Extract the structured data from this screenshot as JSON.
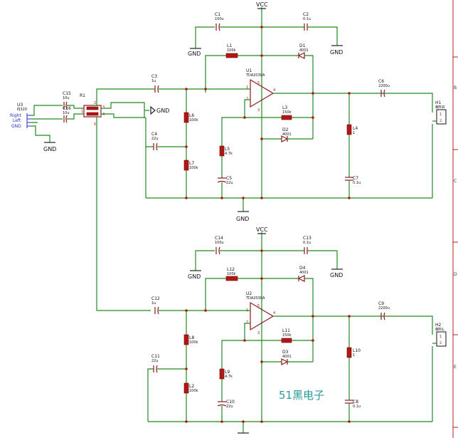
{
  "ground_label": "GND",
  "vcc_label": "VCC",
  "watermark": "51黑电子",
  "zone_letters": [
    "B",
    "C",
    "D",
    "E"
  ],
  "input": {
    "u3": "U3",
    "u3_val": "PJ320",
    "right": "Right",
    "left": "Left",
    "gnd": "GND",
    "c15": "C15",
    "c15_val": "10u",
    "c16": "C16",
    "c16_val": "10u",
    "r1": "R1",
    "pins": [
      "2",
      "1",
      "3",
      "4",
      "5"
    ]
  },
  "ch1": {
    "c1": "C1",
    "c1_val": "100u",
    "c2": "C2",
    "c2_val": "0.1u",
    "l1": "L1",
    "l1_val": "100k",
    "d1": "D1",
    "d1_val": "4001",
    "u1": "U1",
    "u1_val": "TDA2030A",
    "c3": "C3",
    "c3_val": "1u",
    "c4": "C4",
    "c4_val": "22u",
    "l6": "L6",
    "l6_val": "100k",
    "l7": "L7",
    "l7_val": "100k",
    "l3": "L3",
    "l3_val": "150k",
    "d2": "D2",
    "d2_val": "4001",
    "l5": "L5",
    "l5_val": "4.7k",
    "c5": "C5",
    "c5_val": "22u",
    "l4": "L4",
    "l4_val": "1",
    "c7": "C7",
    "c7_val": "0.1u",
    "c6": "C6",
    "c6_val": "2200u",
    "h1": "H1",
    "h1_val": "喇叭R",
    "pins": [
      "1",
      "2",
      "3",
      "4",
      "5"
    ],
    "conn_pins": [
      "1",
      "2"
    ]
  },
  "ch2": {
    "c14": "C14",
    "c14_val": "100u",
    "c13": "C13",
    "c13_val": "0.1u",
    "l12": "L12",
    "l12_val": "100k",
    "d4": "D4",
    "d4_val": "4001",
    "u2": "U2",
    "u2_val": "TDA2030A",
    "c12": "C12",
    "c12_val": "1u",
    "c11": "C11",
    "c11_val": "22u",
    "l8": "L8",
    "l8_val": "100k",
    "l2": "L2",
    "l2_val": "100k",
    "l11": "L11",
    "l11_val": "150k",
    "d3": "D3",
    "d3_val": "4001",
    "l9": "L9",
    "l9_val": "4.7k",
    "c10": "C10",
    "c10_val": "22u",
    "l10": "L10",
    "l10_val": "1",
    "c8": "C8",
    "c8_val": "0.1u",
    "c9": "C9",
    "c9_val": "2200u",
    "h2": "H2",
    "h2_val": "喇叭L",
    "pins": [
      "1",
      "2",
      "3",
      "4",
      "5"
    ],
    "conn_pins": [
      "1",
      "2"
    ]
  }
}
